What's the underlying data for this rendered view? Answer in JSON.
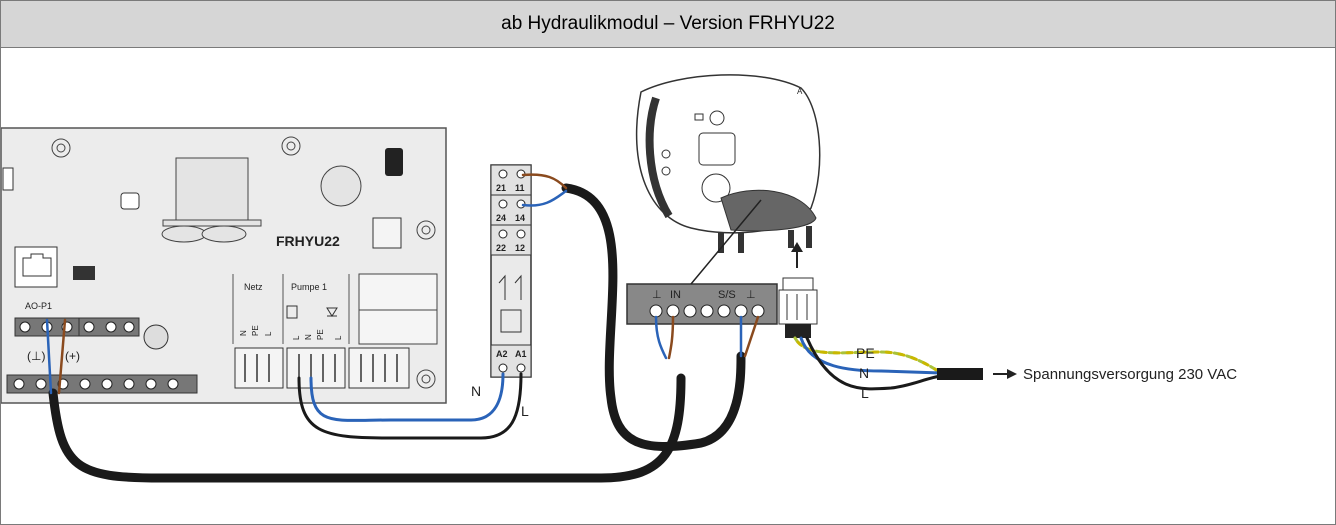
{
  "header": {
    "title": "ab Hydraulikmodul – Version FRHYU22"
  },
  "board": {
    "name": "FRHYU22",
    "port_label": "AO-P1",
    "polarity_ground": "(⊥)",
    "polarity_plus": "(+)",
    "section_netz": "Netz",
    "section_pumpe": "Pumpe 1",
    "pins": [
      "N",
      "PE",
      "L",
      "L",
      "N",
      "PE",
      "L"
    ]
  },
  "relay": {
    "terminals_top": [
      [
        "21",
        "11"
      ],
      [
        "24",
        "14"
      ],
      [
        "22",
        "12"
      ]
    ],
    "terminals_bottom": [
      "A2",
      "A1"
    ]
  },
  "pump_block": {
    "label_ground": "⊥",
    "label_in": "IN",
    "label_ss": "S/S",
    "label_ground2": "⊥"
  },
  "wires": {
    "N": "N",
    "L": "L",
    "PE": "PE",
    "N2": "N",
    "L2": "L"
  },
  "supply": {
    "label": "Spannungsversorgung 230 VAC"
  },
  "colors": {
    "blue": "#2a63b8",
    "brown": "#8a4a1e",
    "green_yellow": "#a9c23a",
    "cable": "#1a1a1a",
    "board": "#ececec"
  }
}
